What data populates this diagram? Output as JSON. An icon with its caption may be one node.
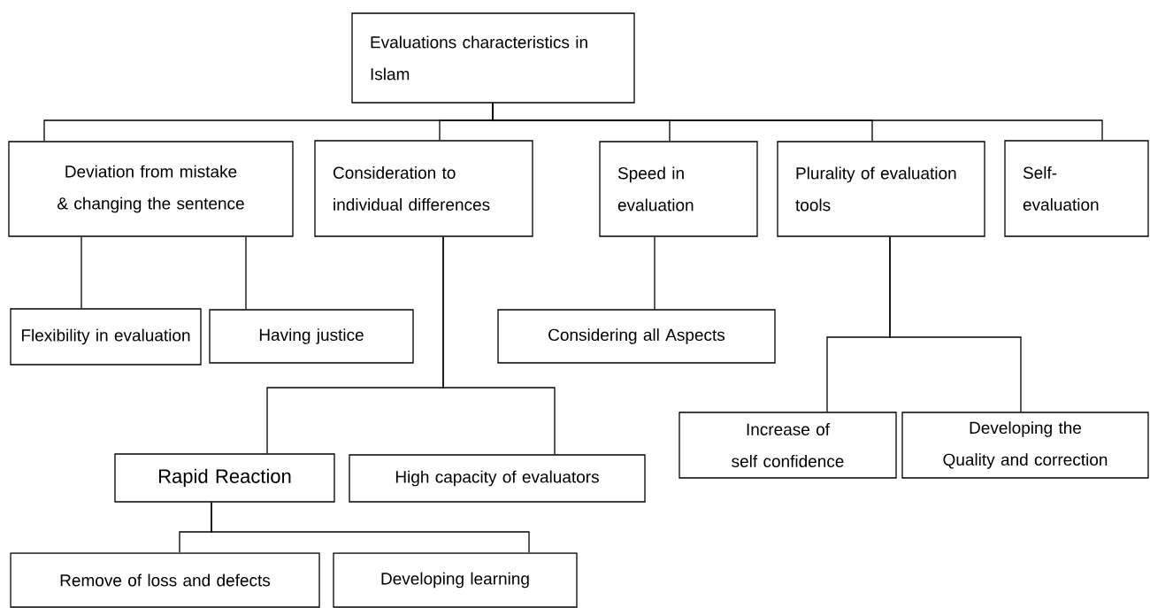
{
  "diagram": {
    "nodes": [
      {
        "text": [
          "Evaluations characteristics in Islam"
        ]
      },
      {
        "text": [
          "Deviation from mistake & changing the sentence"
        ]
      },
      {
        "text": [
          "Consideration to individual differences"
        ]
      },
      {
        "text": [
          "Speed in evaluation"
        ]
      },
      {
        "text": [
          "Plurality of evaluation tools"
        ]
      },
      {
        "text": [
          "Self-evaluation"
        ]
      },
      {
        "text": [
          "Flexibility in evaluation"
        ]
      },
      {
        "text": [
          "Having justice"
        ]
      },
      {
        "text": [
          "Considering all Aspects"
        ]
      },
      {
        "text": [
          "Increase of self confidence"
        ]
      },
      {
        "text": [
          "Developing the Quality and correction"
        ]
      },
      {
        "text": [
          "Rapid Reaction"
        ]
      },
      {
        "text": [
          "High capacity of evaluators"
        ]
      },
      {
        "text": [
          "Remove of loss and defects"
        ]
      },
      {
        "text": [
          "Developing learning"
        ]
      }
    ],
    "edges": [
      {
        "from": 0,
        "to": 1,
        "arrow": "none"
      },
      {
        "from": 0,
        "to": 2,
        "arrow": "none"
      },
      {
        "from": 0,
        "to": 3,
        "arrow": "none"
      },
      {
        "from": 0,
        "to": 4,
        "arrow": "none"
      },
      {
        "from": 0,
        "to": 5,
        "arrow": "none"
      },
      {
        "from": 1,
        "to": 6,
        "arrow": "none"
      },
      {
        "from": 1,
        "to": 7,
        "arrow": "none"
      },
      {
        "from": 2,
        "to": 11,
        "arrow": "none"
      },
      {
        "from": 2,
        "to": 12,
        "arrow": "none"
      },
      {
        "from": 3,
        "to": 8,
        "arrow": "none"
      },
      {
        "from": 4,
        "to": 9,
        "arrow": "none"
      },
      {
        "from": 4,
        "to": 10,
        "arrow": "none"
      },
      {
        "from": 11,
        "to": 13,
        "arrow": "none"
      },
      {
        "from": 11,
        "to": 14,
        "arrow": "none"
      }
    ]
  }
}
